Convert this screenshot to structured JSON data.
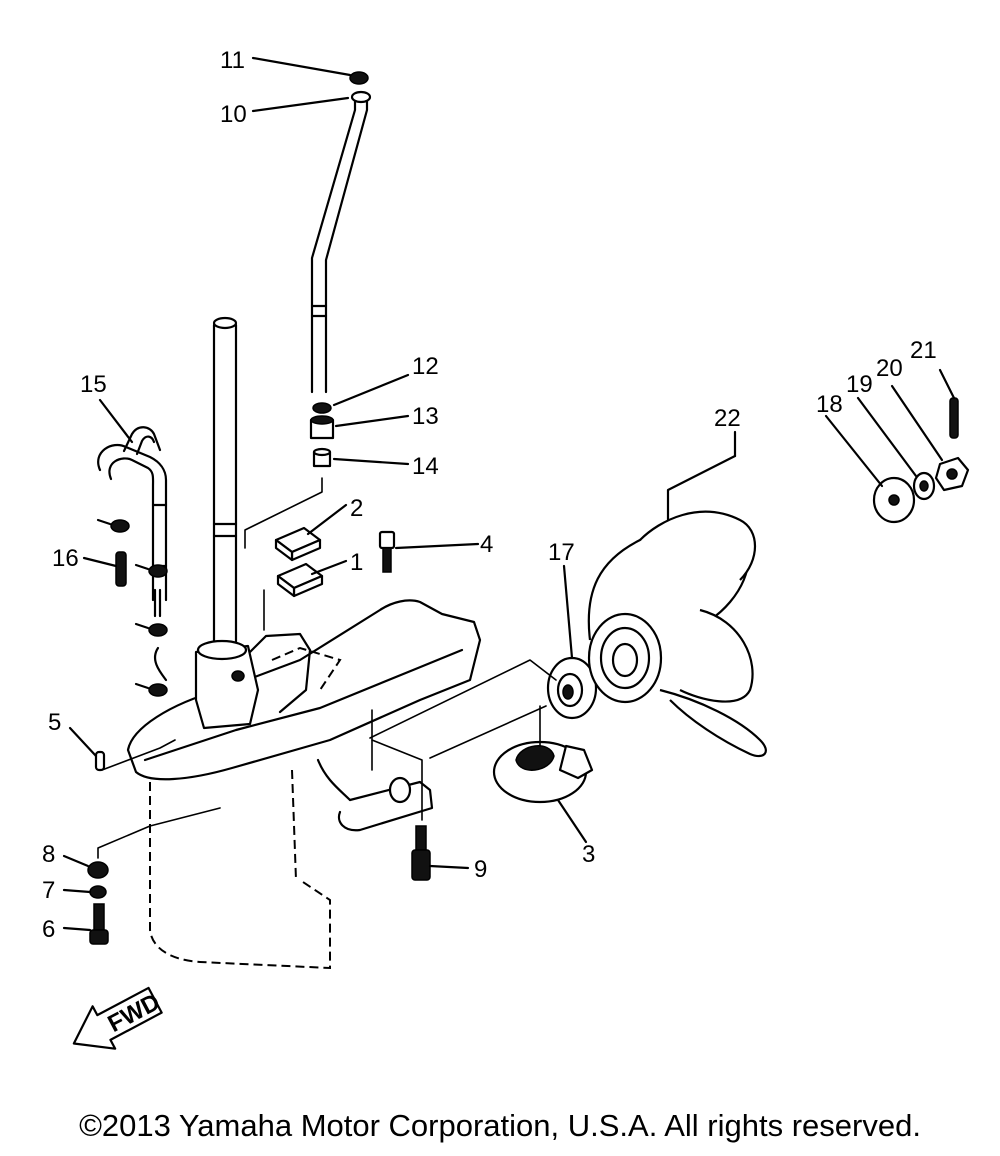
{
  "labels": {
    "p1": "1",
    "p2": "2",
    "p3": "3",
    "p4": "4",
    "p5": "5",
    "p6": "6",
    "p7": "7",
    "p8": "8",
    "p9": "9",
    "p10": "10",
    "p11": "11",
    "p12": "12",
    "p13": "13",
    "p14": "14",
    "p15": "15",
    "p16": "16",
    "p17": "17",
    "p18": "18",
    "p19": "19",
    "p20": "20",
    "p21": "21",
    "p22": "22"
  },
  "fwd_text": "FWD",
  "copyright": "©2013 Yamaha Motor Corporation, U.S.A. All rights reserved."
}
